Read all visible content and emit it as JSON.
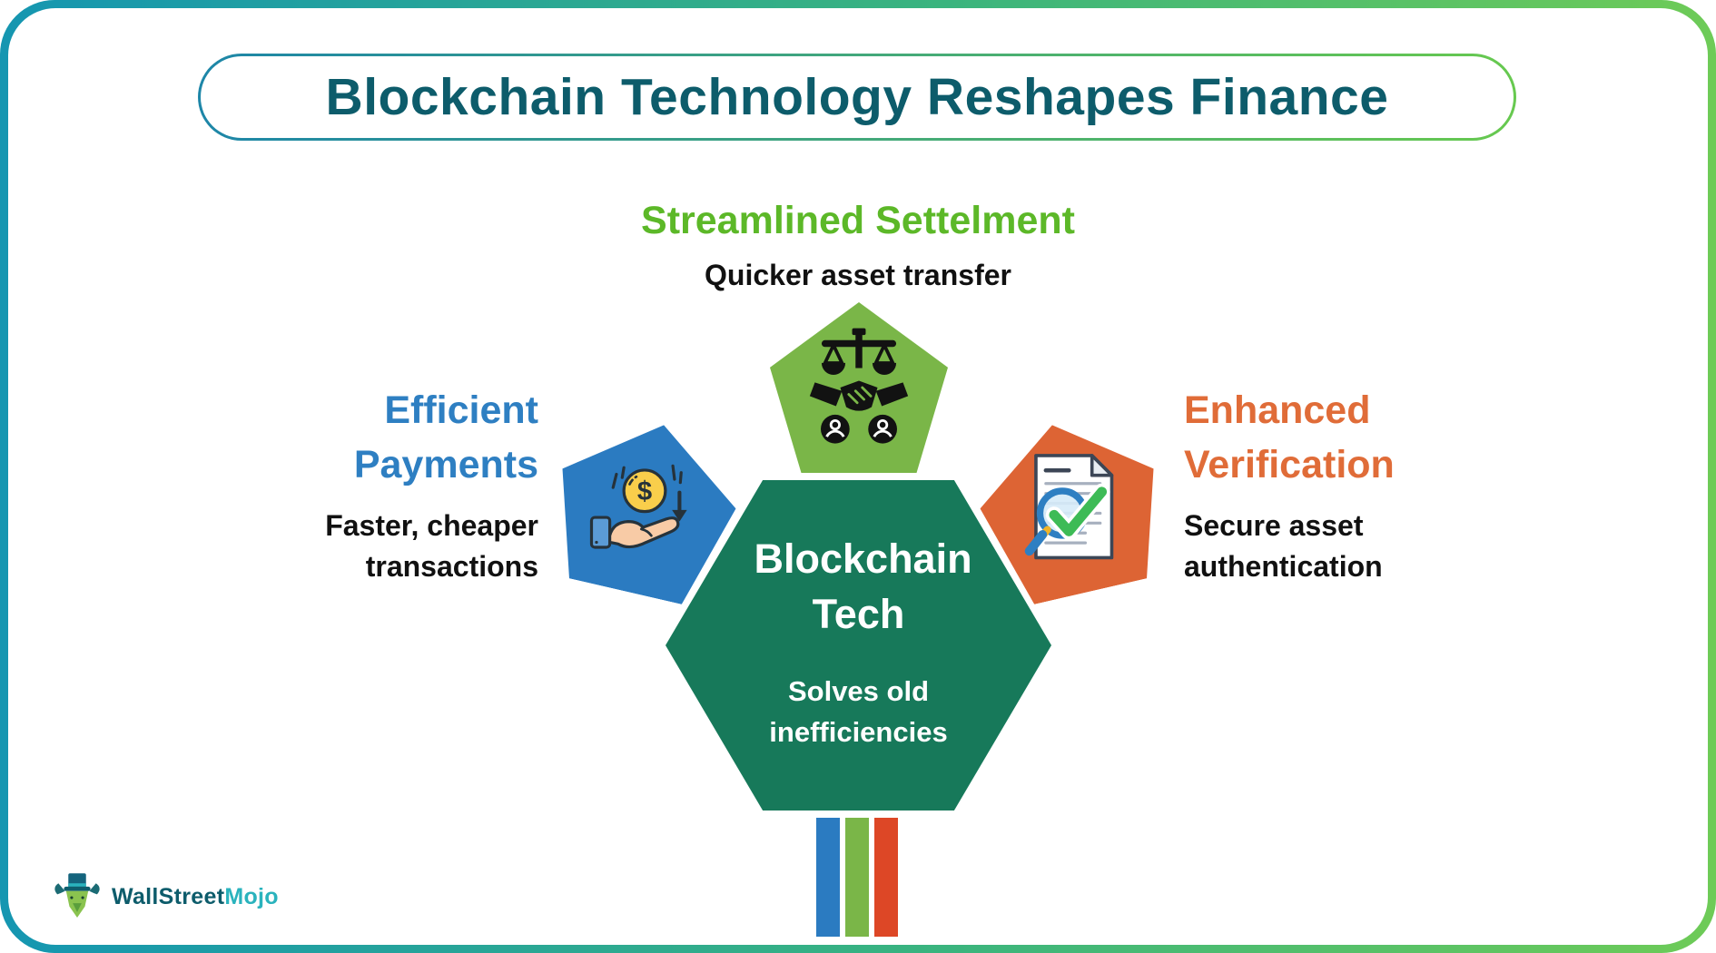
{
  "title": "Blockchain Technology Reshapes Finance",
  "branches": {
    "settlement": {
      "heading": "Streamlined Settelment",
      "subtext": "Quicker asset transfer",
      "heading_color": "#5cb828",
      "shape": "pentagon",
      "shape_color": "#7ab648",
      "icon": "scales-handshake-icon"
    },
    "payments": {
      "heading": "Efficient Payments",
      "subtext": "Faster, cheaper transactions",
      "heading_color": "#2e7fc2",
      "shape": "pentagon",
      "shape_color": "#2b7bc1",
      "icon": "hand-coin-icon"
    },
    "verification": {
      "heading": "Enhanced Verification",
      "subtext": "Secure asset authentication",
      "heading_color": "#e06c38",
      "shape": "pentagon",
      "shape_color": "#dd6434",
      "icon": "document-check-icon"
    }
  },
  "center": {
    "title": "Blockchain Tech",
    "subtitle": "Solves old inefficiencies",
    "shape": "hexagon",
    "shape_color": "#17795a"
  },
  "stripes": [
    "#2b7bc1",
    "#7ab648",
    "#dd4726"
  ],
  "brand": {
    "part1": "WallStreet",
    "part2": "Mojo",
    "icon": "bull-tophat-logo"
  },
  "frame": {
    "border_gradient_start": "#1596b1",
    "border_gradient_end": "#6ecb57",
    "title_text_color": "#0d5c6b"
  }
}
